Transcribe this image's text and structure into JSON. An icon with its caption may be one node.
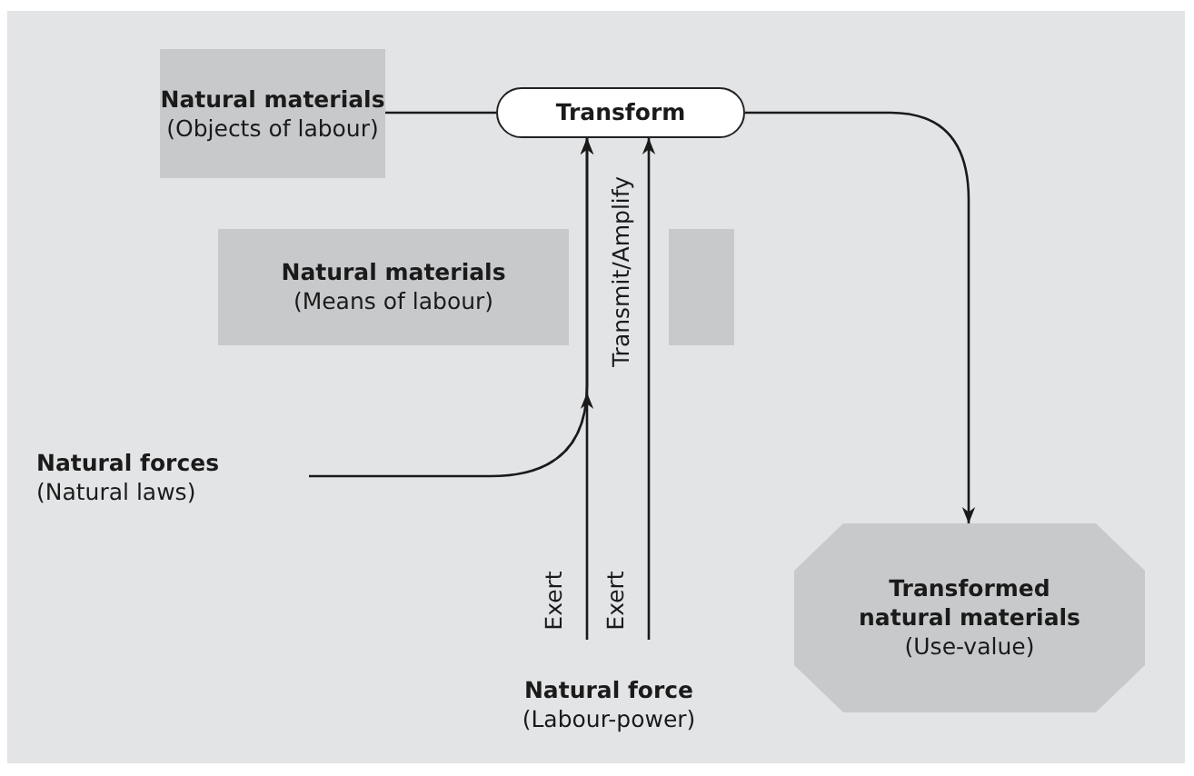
{
  "diagram": {
    "nodes": [
      {
        "text": [
          "Natural materials",
          "(Objects of labour)"
        ]
      },
      {
        "text": [
          "Transform"
        ]
      },
      {
        "text": [
          "Natural materials",
          "(Means of labour)"
        ]
      },
      {
        "text": [],
        "shape": "box"
      },
      {
        "text": [
          "Natural forces",
          "(Natural laws)"
        ]
      },
      {
        "text": [
          "Natural force",
          "(Labour-power)"
        ]
      },
      {
        "text": [
          "Transformed natural materials",
          "(Use-value)"
        ]
      }
    ],
    "edges": [
      {
        "from": 0,
        "to": 1,
        "arrow": "none"
      },
      {
        "from": 4,
        "to": 1,
        "arrow": "to"
      },
      {
        "from": 5,
        "to": 1,
        "arrow": "to",
        "label": "Exert"
      },
      {
        "from": 5,
        "to": 1,
        "arrow": "to",
        "label": "Exert"
      },
      {
        "from": 1,
        "to": 6,
        "arrow": "to"
      }
    ],
    "labels": [
      "Transmit/Amplify"
    ]
  }
}
